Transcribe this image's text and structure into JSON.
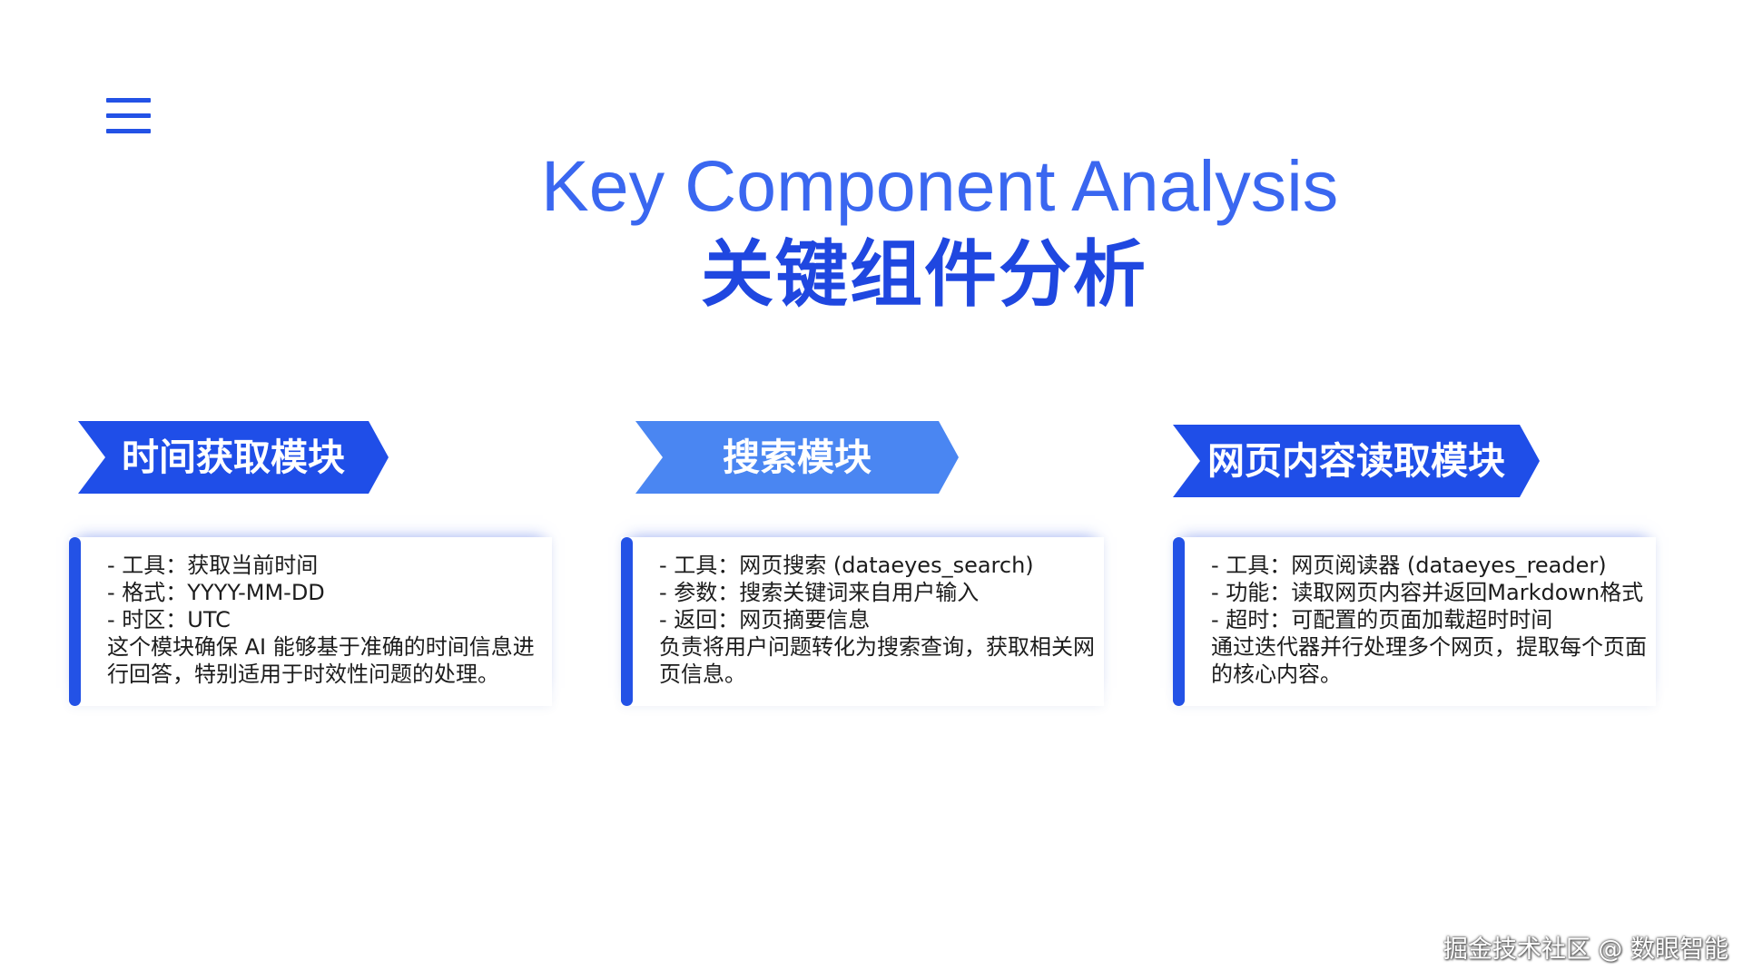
{
  "slide": {
    "title_en": "Key Component Analysis",
    "title_cn": "关键组件分析"
  },
  "icons": {
    "menu": "menu-icon"
  },
  "colors": {
    "primary_blue": "#2352e6",
    "banner_blue": "#1f4ee8",
    "banner_light_blue": "#4a86f2",
    "title_blue": "#3a67f0"
  },
  "modules": [
    {
      "title": "时间获取模块",
      "lines": [
        "- 工具：获取当前时间",
        "- 格式：YYYY-MM-DD",
        "- 时区：UTC"
      ],
      "description": "这个模块确保 AI 能够基于准确的时间信息进行回答，特别适用于时效性问题的处理。"
    },
    {
      "title": "搜索模块",
      "lines": [
        "- 工具：网页搜索 (dataeyes_search)",
        "- 参数：搜索关键词来自用户输入",
        "- 返回：网页摘要信息"
      ],
      "description": "负责将用户问题转化为搜索查询，获取相关网页信息。"
    },
    {
      "title": "网页内容读取模块",
      "lines": [
        "- 工具：网页阅读器 (dataeyes_reader)",
        "- 功能：读取网页内容并返回Markdown格式",
        "- 超时：可配置的页面加载超时时间"
      ],
      "description": "通过迭代器并行处理多个网页，提取每个页面的核心内容。"
    }
  ],
  "watermark": "掘金技术社区 @ 数眼智能"
}
